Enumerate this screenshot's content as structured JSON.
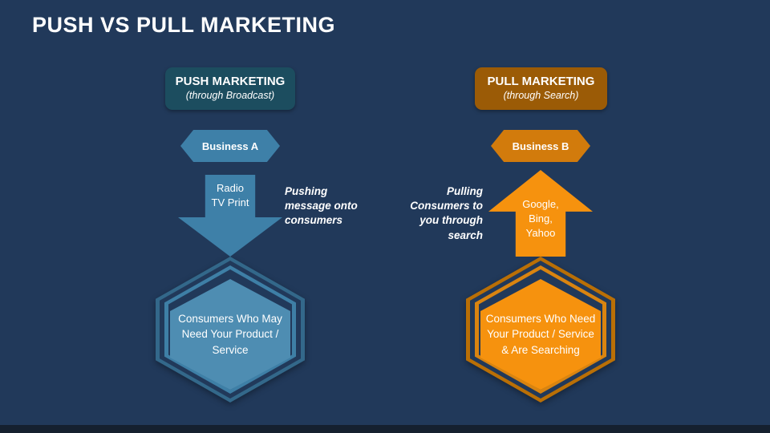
{
  "slide": {
    "title": "PUSH VS PULL MARKETING"
  },
  "push": {
    "header": {
      "title": "PUSH MARKETING",
      "subtitle": "(through Broadcast)"
    },
    "business": "Business A",
    "arrow_lines": [
      "Radio",
      "TV Print"
    ],
    "note": "Pushing message onto consumers",
    "consumers": "Consumers Who May Need Your Product / Service"
  },
  "pull": {
    "header": {
      "title": "PULL MARKETING",
      "subtitle": "(through Search)"
    },
    "business": "Business B",
    "arrow_lines": [
      "Google,",
      "Bing,",
      "Yahoo"
    ],
    "note": "Pulling Consumers to you through search",
    "consumers": "Consumers Who Need Your Product / Service & Are Searching"
  },
  "colors": {
    "background": "#21395A",
    "push_header": "#1C4D5F",
    "push_primary": "#3E80A8",
    "push_consumer_fill": "#4E8DB2",
    "pull_header": "#9B5B06",
    "pull_business": "#D27B0C",
    "pull_primary": "#F6920E"
  }
}
